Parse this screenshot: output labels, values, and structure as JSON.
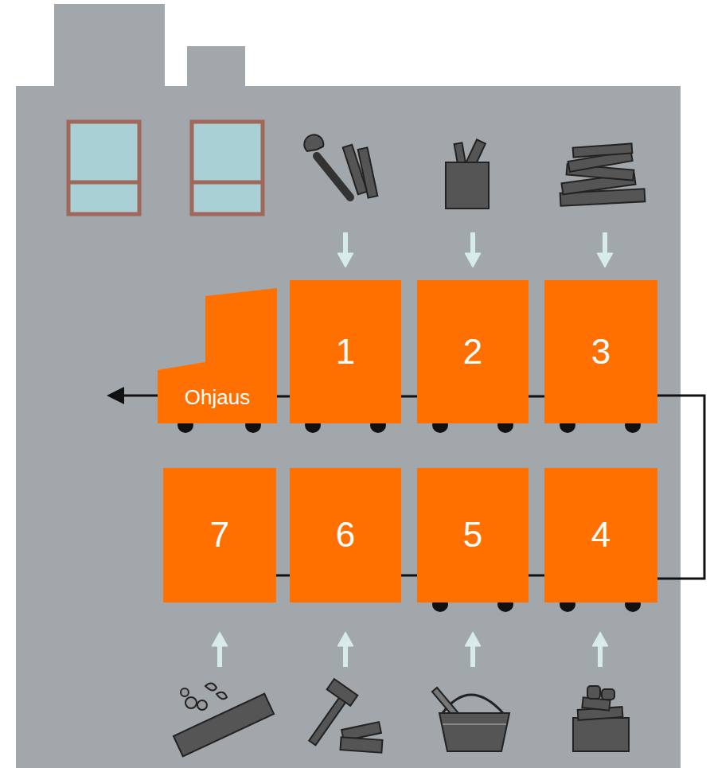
{
  "diagram": {
    "nodes": [
      {
        "text": [
          "Ohjaus"
        ]
      },
      {
        "text": [
          "1"
        ]
      },
      {
        "text": [
          "2"
        ]
      },
      {
        "text": [
          "3"
        ]
      },
      {
        "text": [
          "7"
        ]
      },
      {
        "text": [
          "6"
        ]
      },
      {
        "text": [
          "5"
        ]
      },
      {
        "text": [
          "4"
        ]
      }
    ],
    "edges": [
      {
        "from": 0,
        "to": 1,
        "arrow": "none"
      },
      {
        "from": 1,
        "to": 2,
        "arrow": "none"
      },
      {
        "from": 2,
        "to": 3,
        "arrow": "none"
      },
      {
        "from": 3,
        "to": 7,
        "arrow": "none"
      },
      {
        "from": 7,
        "to": 6,
        "arrow": "none"
      },
      {
        "from": 6,
        "to": 5,
        "arrow": "none"
      },
      {
        "from": 5,
        "to": 4,
        "arrow": "none"
      }
    ]
  }
}
